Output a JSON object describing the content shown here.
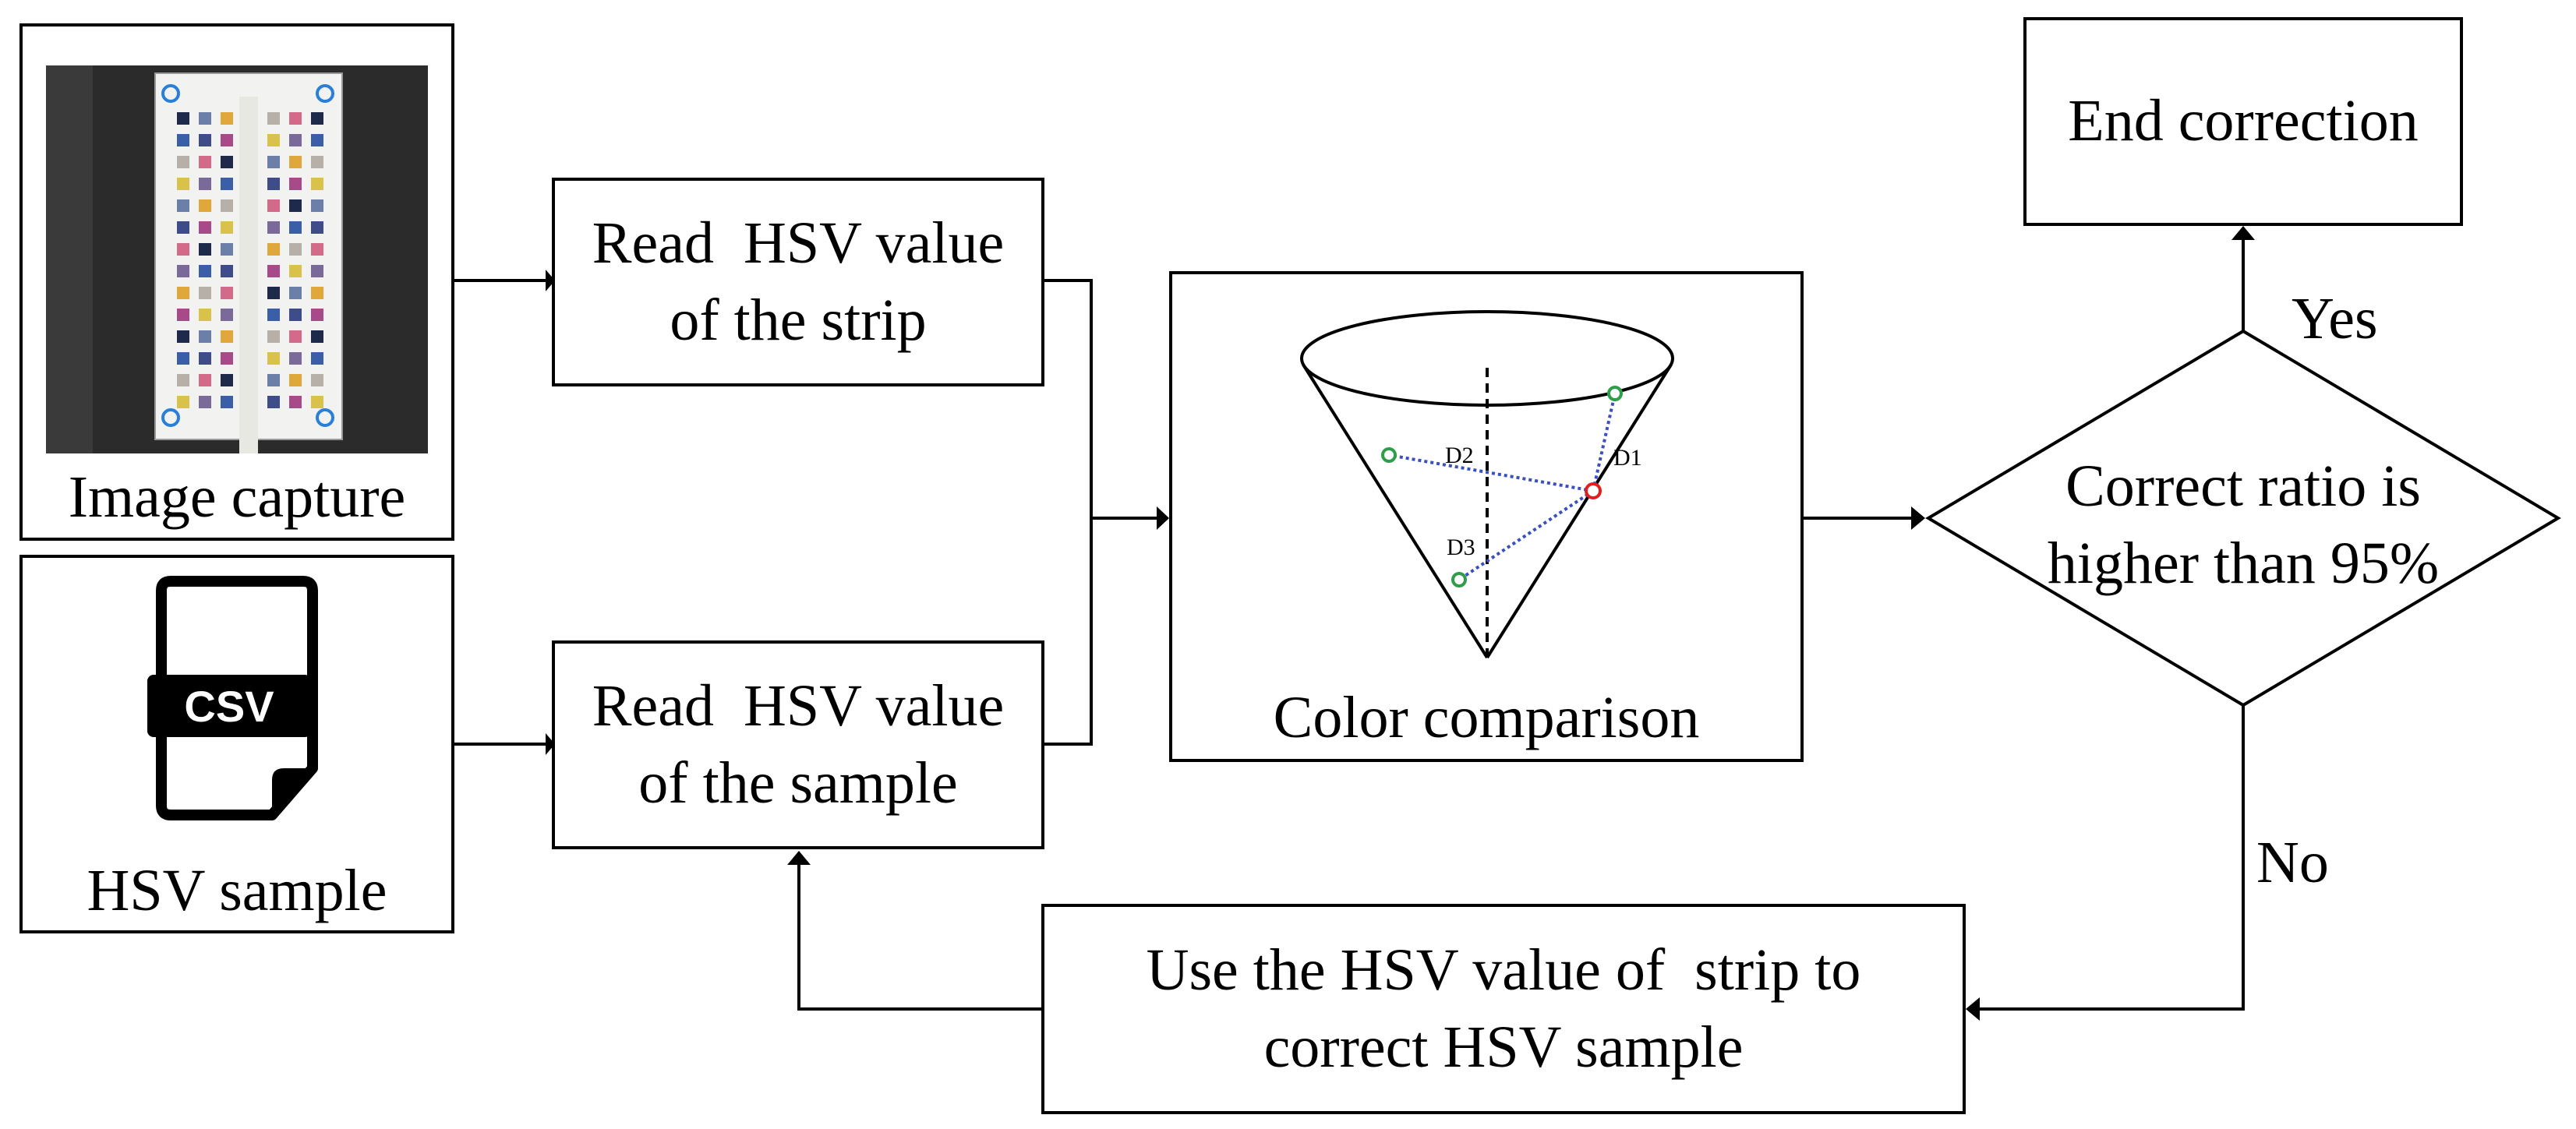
{
  "nodes": {
    "image_capture": {
      "label": "Image capture"
    },
    "hsv_sample": {
      "label": "HSV sample",
      "file_badge": "CSV"
    },
    "read_strip": {
      "line1": "Read  HSV value",
      "line2": "of the strip"
    },
    "read_sample": {
      "line1": "Read  HSV value",
      "line2": "of the sample"
    },
    "color_comparison": {
      "label": "Color comparison",
      "distances": [
        "D1",
        "D2",
        "D3"
      ]
    },
    "decision": {
      "line1": "Correct ratio is",
      "line2": "higher than 95%"
    },
    "end": {
      "label": "End correction"
    },
    "correct": {
      "line1": "Use the HSV value of  strip to",
      "line2": "correct HSV sample"
    }
  },
  "edges": {
    "yes": "Yes",
    "no": "No"
  },
  "colors": {
    "stroke": "#000000",
    "dotted_line": "#3a4fc0",
    "point_green": "#2e9e4a",
    "point_red": "#e02020",
    "photo_bg": "#2a2a2a",
    "corner_marker": "#2a7fd6"
  }
}
